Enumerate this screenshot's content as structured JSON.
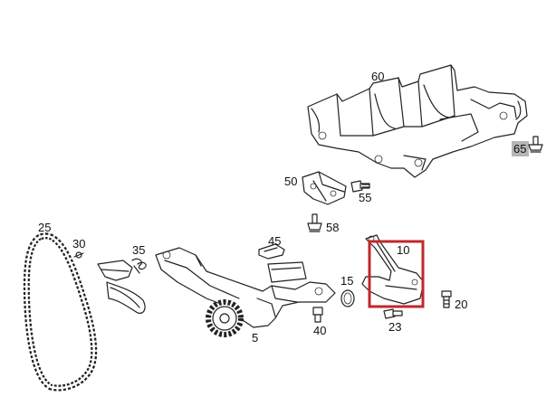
{
  "parts": [
    {
      "id": "p60",
      "label": "60"
    },
    {
      "id": "p65",
      "label": "65",
      "highlighted": true
    },
    {
      "id": "p50",
      "label": "50"
    },
    {
      "id": "p55",
      "label": "55"
    },
    {
      "id": "p58",
      "label": "58"
    },
    {
      "id": "p25",
      "label": "25"
    },
    {
      "id": "p30",
      "label": "30"
    },
    {
      "id": "p35",
      "label": "35"
    },
    {
      "id": "p45",
      "label": "45"
    },
    {
      "id": "p10",
      "label": "10",
      "selected": true
    },
    {
      "id": "p15",
      "label": "15"
    },
    {
      "id": "p20",
      "label": "20"
    },
    {
      "id": "p23",
      "label": "23"
    },
    {
      "id": "p40",
      "label": "40"
    },
    {
      "id": "p5",
      "label": "5"
    }
  ],
  "colors": {
    "line": "#222222",
    "selection_box": "#c0282d",
    "highlight_bg": "#b5b5b5"
  }
}
